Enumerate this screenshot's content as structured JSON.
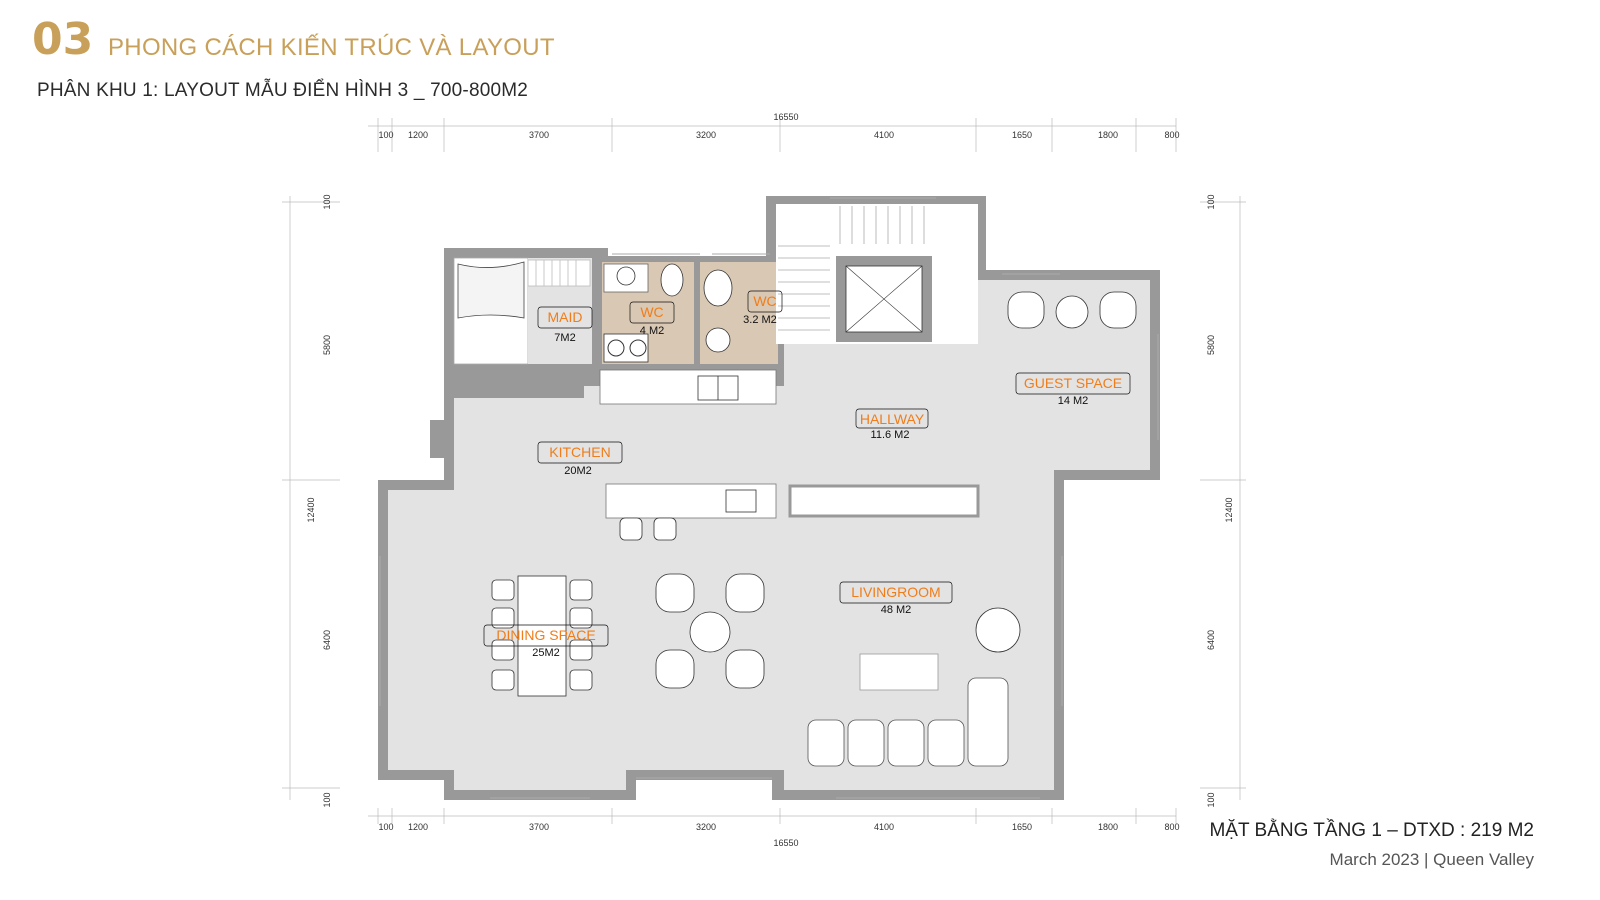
{
  "header": {
    "section_number": "03",
    "section_title": "PHONG CÁCH KIẾN TRÚC VÀ LAYOUT",
    "subtitle": "PHÂN KHU 1: LAYOUT MẪU ĐIỂN HÌNH 3 _ 700-800M2"
  },
  "footer": {
    "plan_title": "MẶT BẰNG TẦNG 1 – DTXD : 219 M2",
    "credit": "March 2023  |  Queen Valley"
  },
  "dimensions": {
    "top_total": "16550",
    "bottom_total": "16550",
    "top": [
      "100",
      "1200",
      "3700",
      "3200",
      "4100",
      "1650",
      "1800",
      "800"
    ],
    "bottom": [
      "100",
      "1200",
      "3700",
      "3200",
      "4100",
      "1650",
      "1800",
      "800"
    ],
    "left_a": [
      "100",
      "5800",
      "6400",
      "100"
    ],
    "left_total": "12400",
    "right_a": [
      "100",
      "5800",
      "6400",
      "100"
    ],
    "right_total": "12400"
  },
  "rooms": {
    "maid": {
      "name": "MAID",
      "area": "7M2"
    },
    "wc1": {
      "name": "WC",
      "area": "4 M2"
    },
    "wc2": {
      "name": "WC",
      "area": "3.2 M2"
    },
    "guest": {
      "name": "GUEST SPACE",
      "area": "14 M2"
    },
    "hallway": {
      "name": "HALLWAY",
      "area": "11.6 M2"
    },
    "kitchen": {
      "name": "KITCHEN",
      "area": "20M2"
    },
    "living": {
      "name": "LIVINGROOM",
      "area": "48 M2"
    },
    "dining": {
      "name": "DINING SPACE",
      "area": "25M2"
    }
  }
}
